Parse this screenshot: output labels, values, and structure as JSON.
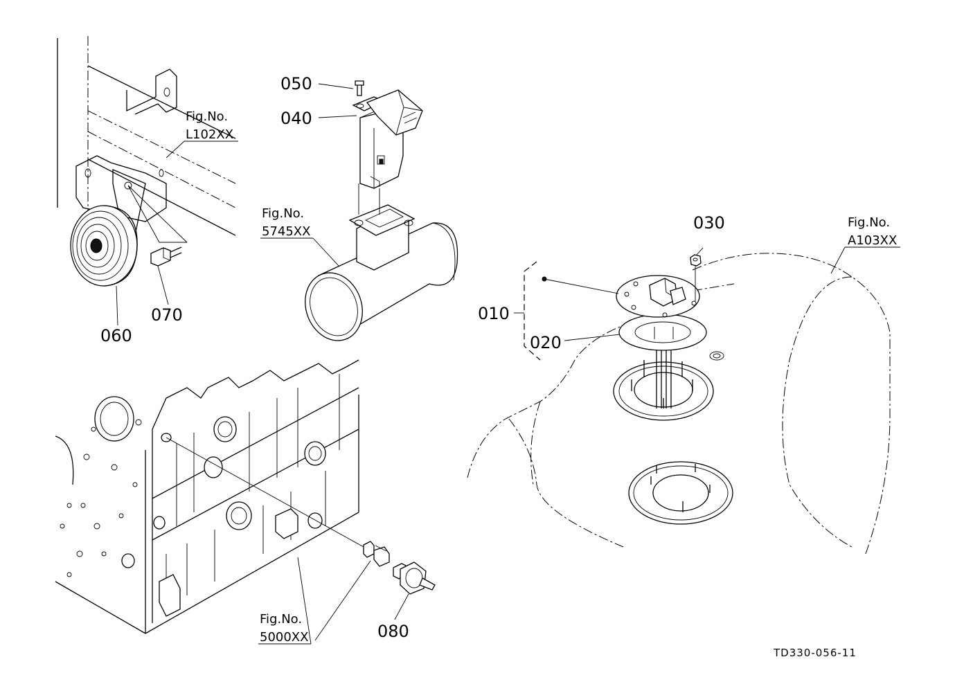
{
  "labels": {
    "p010": "010",
    "p020": "020",
    "p030": "030",
    "p040": "040",
    "p050": "050",
    "p060": "060",
    "p070": "070",
    "p080": "080"
  },
  "fig_refs": {
    "l102": {
      "caption": "Fig.No.",
      "number": "L102XX"
    },
    "f5745": {
      "caption": "Fig.No.",
      "number": "5745XX"
    },
    "a103": {
      "caption": "Fig.No.",
      "number": "A103XX"
    },
    "f5000": {
      "caption": "Fig.No.",
      "number": "5000XX"
    }
  },
  "drawing_id": "TD330-056-11"
}
